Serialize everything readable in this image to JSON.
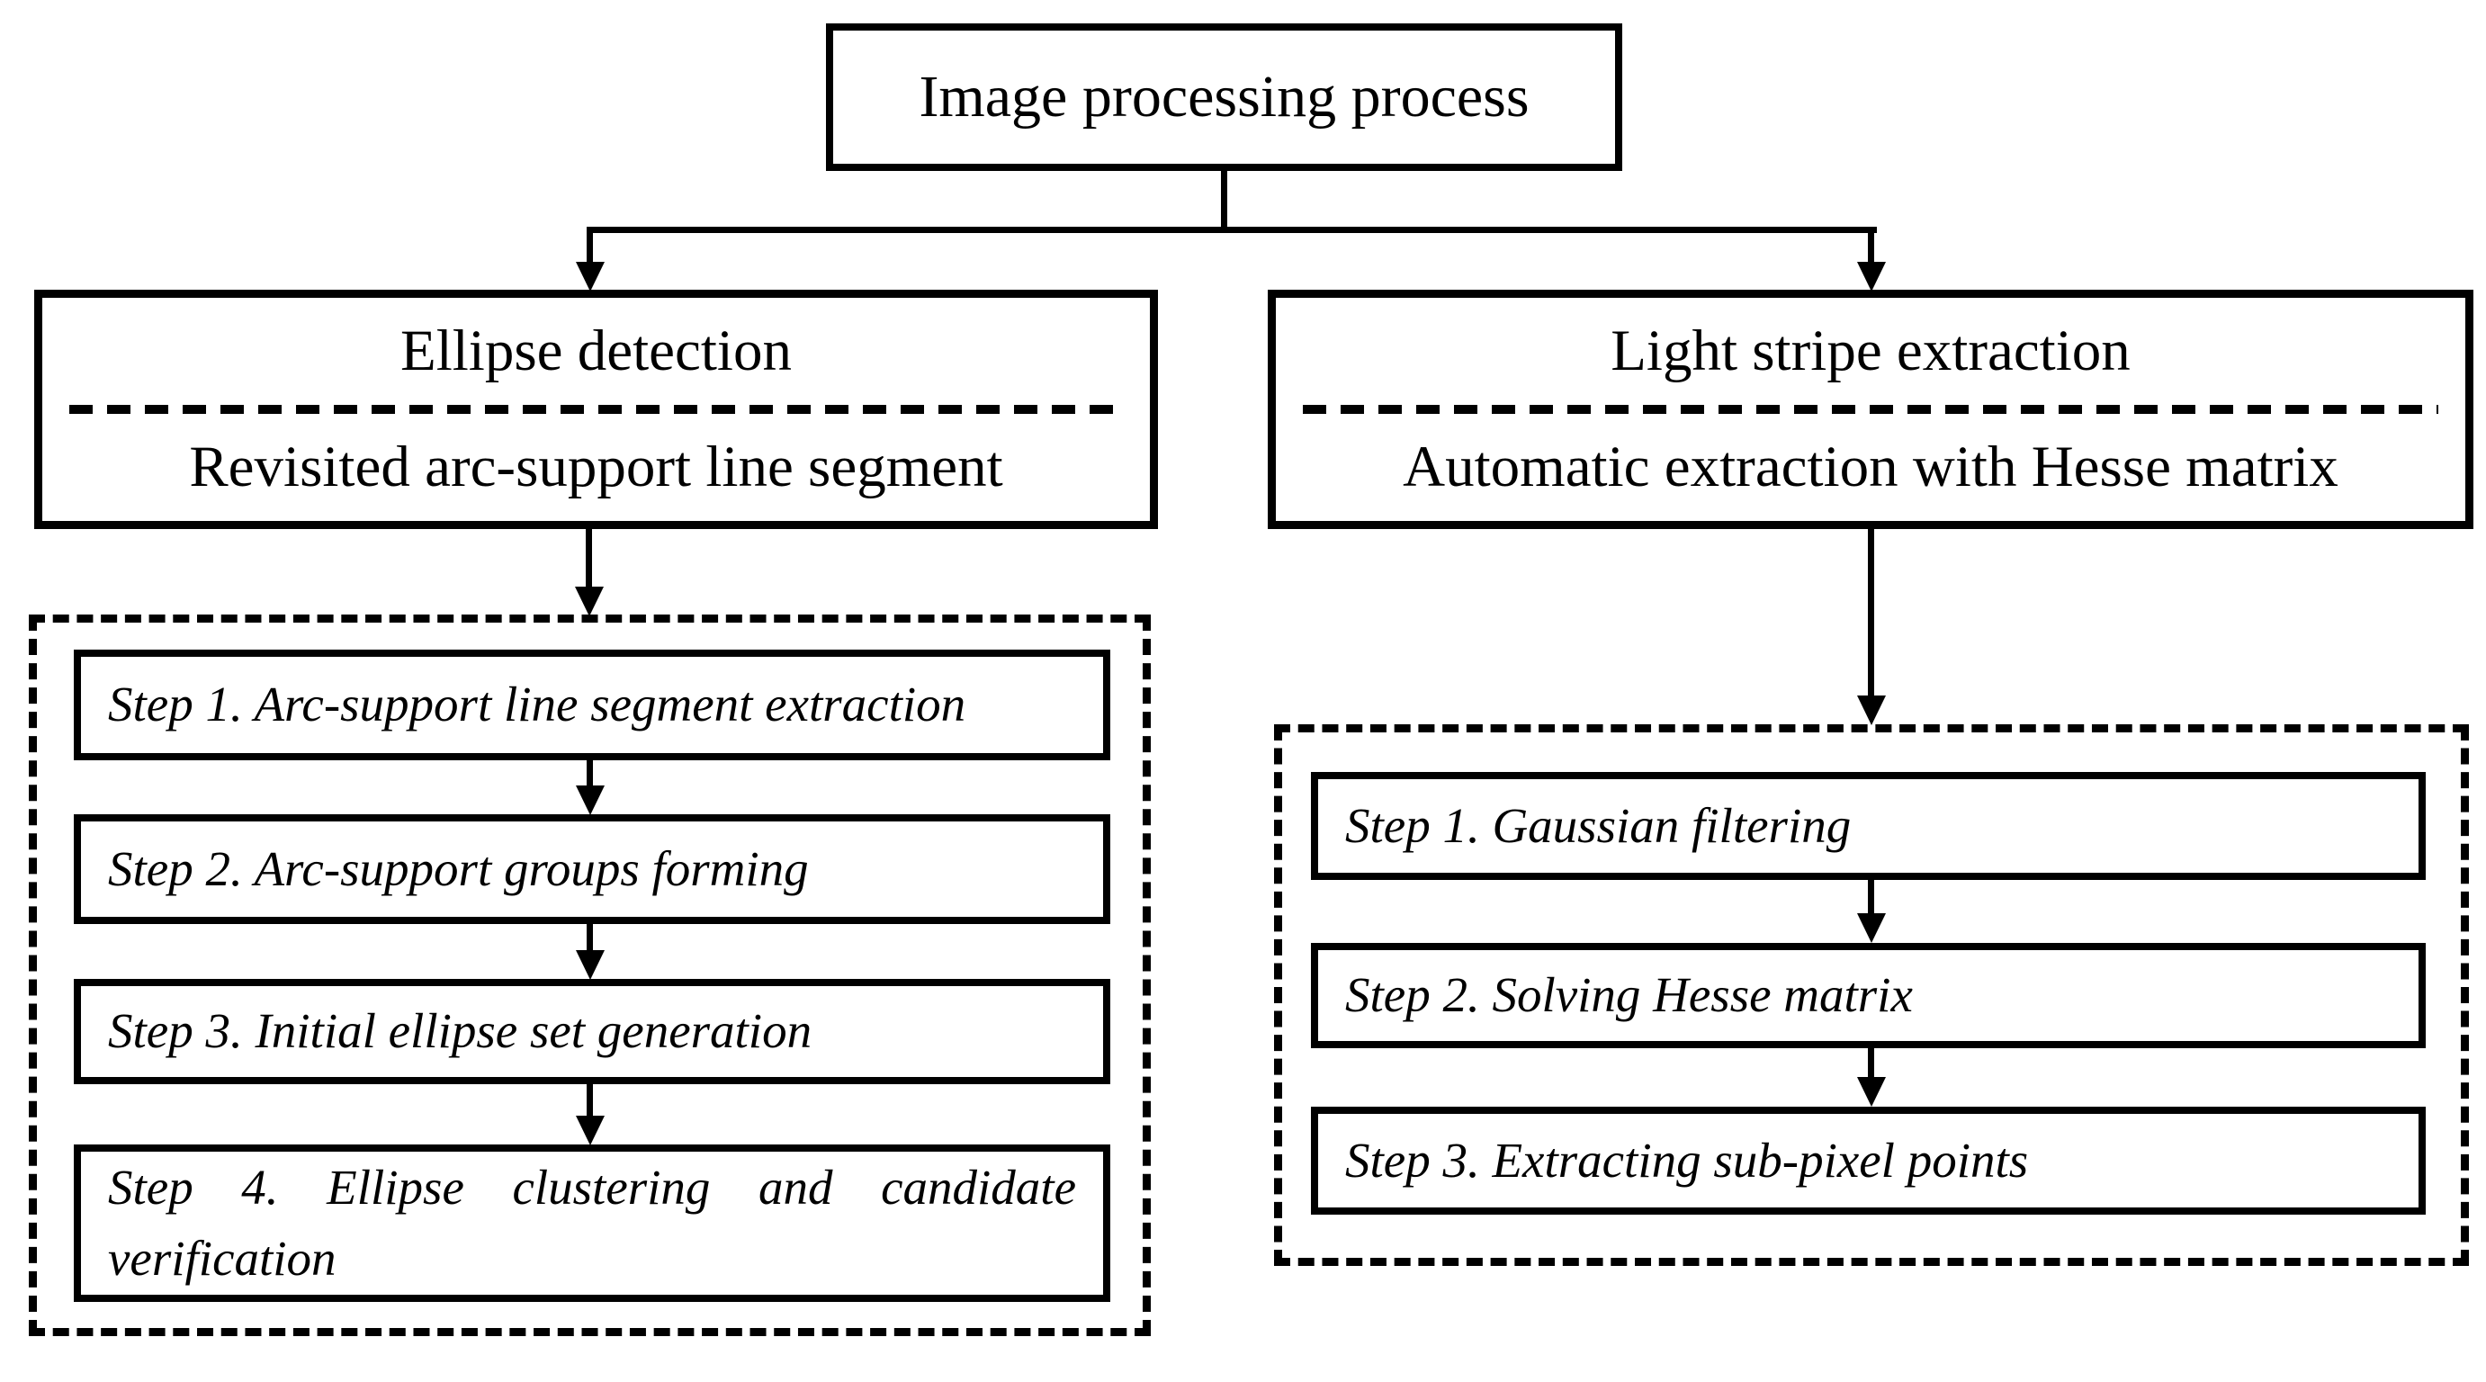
{
  "diagram": {
    "title": "Image processing process",
    "colors": {
      "line": "#000000",
      "background": "#ffffff",
      "text": "#000000"
    },
    "branches": [
      {
        "id": "ellipse-detection",
        "heading": "Ellipse detection",
        "subheading": "Revisited arc-support line segment",
        "steps": [
          "Step 1. Arc-support line segment extraction",
          "Step 2. Arc-support groups forming",
          "Step 3. Initial ellipse set generation",
          "Step 4. Ellipse clustering and candidate verification"
        ]
      },
      {
        "id": "light-stripe-extraction",
        "heading": "Light stripe extraction",
        "subheading": "Automatic extraction with Hesse matrix",
        "steps": [
          "Step 1. Gaussian filtering",
          "Step 2. Solving Hesse matrix",
          "Step 3. Extracting sub-pixel points"
        ]
      }
    ]
  }
}
